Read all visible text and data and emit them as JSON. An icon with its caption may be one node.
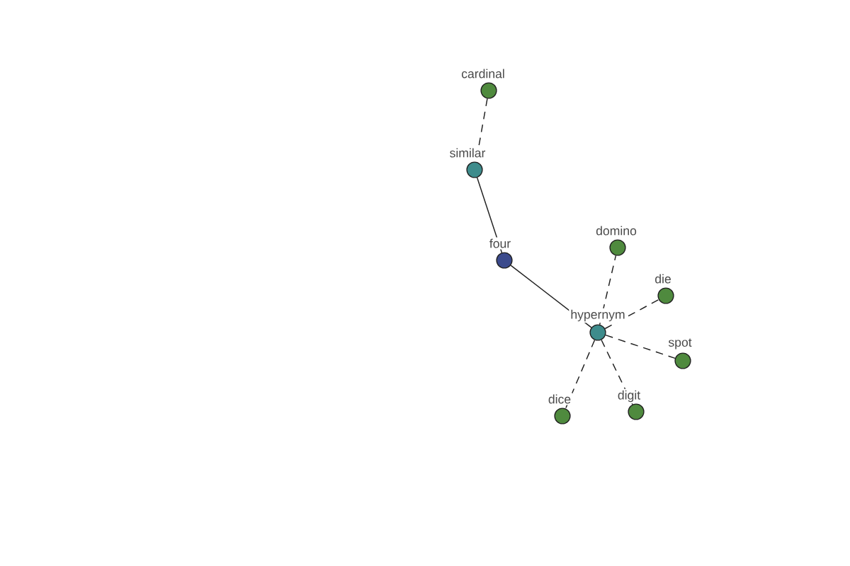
{
  "diagram": {
    "nodes": [
      {
        "text": [
          "cardinal"
        ]
      },
      {
        "text": [
          "similar"
        ]
      },
      {
        "text": [
          "four"
        ]
      },
      {
        "text": [
          "domino"
        ]
      },
      {
        "text": [
          "die"
        ]
      },
      {
        "text": [
          "hypernym"
        ]
      },
      {
        "text": [
          "spot"
        ]
      },
      {
        "text": [
          "dice"
        ]
      },
      {
        "text": [
          "digit"
        ]
      }
    ],
    "edges": [
      {
        "from": 0,
        "to": 1,
        "arrow": "none",
        "style": "dashed"
      },
      {
        "from": 1,
        "to": 2,
        "arrow": "none"
      },
      {
        "from": 2,
        "to": 5,
        "arrow": "none"
      },
      {
        "from": 5,
        "to": 3,
        "arrow": "none",
        "style": "dashed"
      },
      {
        "from": 5,
        "to": 4,
        "arrow": "none",
        "style": "dashed"
      },
      {
        "from": 5,
        "to": 6,
        "arrow": "none",
        "style": "dashed"
      },
      {
        "from": 5,
        "to": 7,
        "arrow": "none",
        "style": "dashed"
      },
      {
        "from": 5,
        "to": 8,
        "arrow": "none",
        "style": "dashed"
      }
    ]
  }
}
